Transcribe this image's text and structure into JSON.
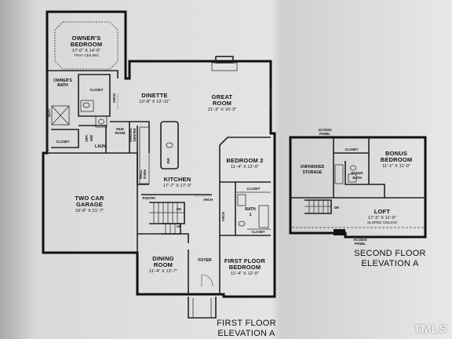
{
  "first_floor": {
    "rooms": {
      "owners_bedroom": {
        "name_line1": "OWNER'S",
        "name_line2": "BEDROOM",
        "dims": "17'-0\" X 14'-0\"",
        "note": "TRAY CEILING"
      },
      "owners_bath": {
        "name_line1": "OWNER'S",
        "name_line2": "BATH"
      },
      "closet_owner_top": "CLOSET",
      "closet_owner_bottom": "CLOSET",
      "seat": "SEAT",
      "arch_owner": "ARCH",
      "mud_room": {
        "line1": "MUD",
        "line2": "ROOM"
      },
      "laundry": "LAUN",
      "dryer_washer": {
        "line1": "OPT.",
        "line2": "W/D"
      },
      "drop_zone": {
        "line1": "ARRIVAL",
        "line2": "CENTER"
      },
      "dinette": {
        "name": "DINETTE",
        "dims": "10'-8\" X 12'-11\""
      },
      "great_room": {
        "name_line1": "GREAT",
        "name_line2": "ROOM",
        "dims": "21'-3\" X 16'-3\""
      },
      "bedroom2": {
        "name": "BEDROOM 2",
        "dims": "11'-4\" X 12'-0\""
      },
      "two_car_garage": {
        "name_line1": "TWO CAR",
        "name_line2": "GARAGE",
        "dims": "19'-8\" X 21'-7\""
      },
      "kitchen": {
        "name": "KITCHEN",
        "dims": "17'-7\" X 17'-3\""
      },
      "pantry": "PANTRY",
      "wall_oven": {
        "line1": "WALL",
        "line2": "OVEN"
      },
      "dw": "DW",
      "arch_kitchen": "ARCH",
      "arch_bed2": "ARCH",
      "closet_bed2": "CLOSET",
      "bath1": {
        "line1": "BATH",
        "line2": "1"
      },
      "closet_ffb": "CLOSET",
      "dining_room": {
        "name_line1": "DINING",
        "name_line2": "ROOM",
        "dims": "11'-4\" X 13'-7\""
      },
      "foyer": "FOYER",
      "first_floor_bedroom": {
        "name_line1": "FIRST FLOOR",
        "name_line2": "BEDROOM",
        "dims": "11'-4\" X 12'-0\""
      },
      "stair_dn": "DN",
      "stair_up": "UP"
    },
    "caption_line1": "FIRST FLOOR",
    "caption_line2": "ELEVATION A"
  },
  "second_floor": {
    "rooms": {
      "access_panel_top": {
        "line1": "ACCESS",
        "line2": "PANEL"
      },
      "unfinished_storage": {
        "line1": "UNFINISHED",
        "line2": "STORAGE"
      },
      "closet": "CLOSET",
      "bonus_bath": {
        "line1": "BONUS",
        "line2": "BATH"
      },
      "bonus_bedroom": {
        "name_line1": "BONUS",
        "name_line2": "BEDROOM",
        "dims": "11'-1\" X 11'-0\""
      },
      "loft": {
        "name": "LOFT",
        "dims": "17'-5\" X 11'-0\"",
        "note": "SLOPED CEILING"
      },
      "stair_dn": "DN",
      "access_panel_bottom": {
        "line1": "ACCESS",
        "line2": "PANEL"
      }
    },
    "caption_line1": "SECOND FLOOR",
    "caption_line2": "ELEVATION A"
  },
  "watermark": "TMLS"
}
